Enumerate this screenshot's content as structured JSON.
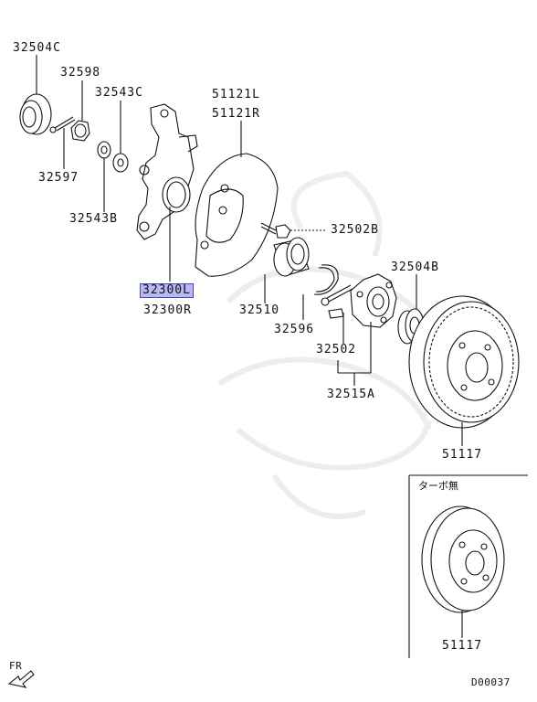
{
  "labels": {
    "p32504c": "32504C",
    "p32598": "32598",
    "p32543c": "32543C",
    "p51121l": "51121L",
    "p51121r": "51121R",
    "p32597": "32597",
    "p32543b": "32543B",
    "p32502b": "32502B",
    "p32300l": "32300L",
    "p32300r": "32300R",
    "p32510": "32510",
    "p32596": "32596",
    "p32504b": "32504B",
    "p32502": "32502",
    "p32515a": "32515A",
    "p51117a": "51117",
    "p51117b": "51117"
  },
  "inset_title": "ターボ無",
  "direction": "FR",
  "diagram_id": "D00037",
  "colors": {
    "highlight_bg": "#b9b9f0",
    "highlight_border": "#4646c8"
  }
}
